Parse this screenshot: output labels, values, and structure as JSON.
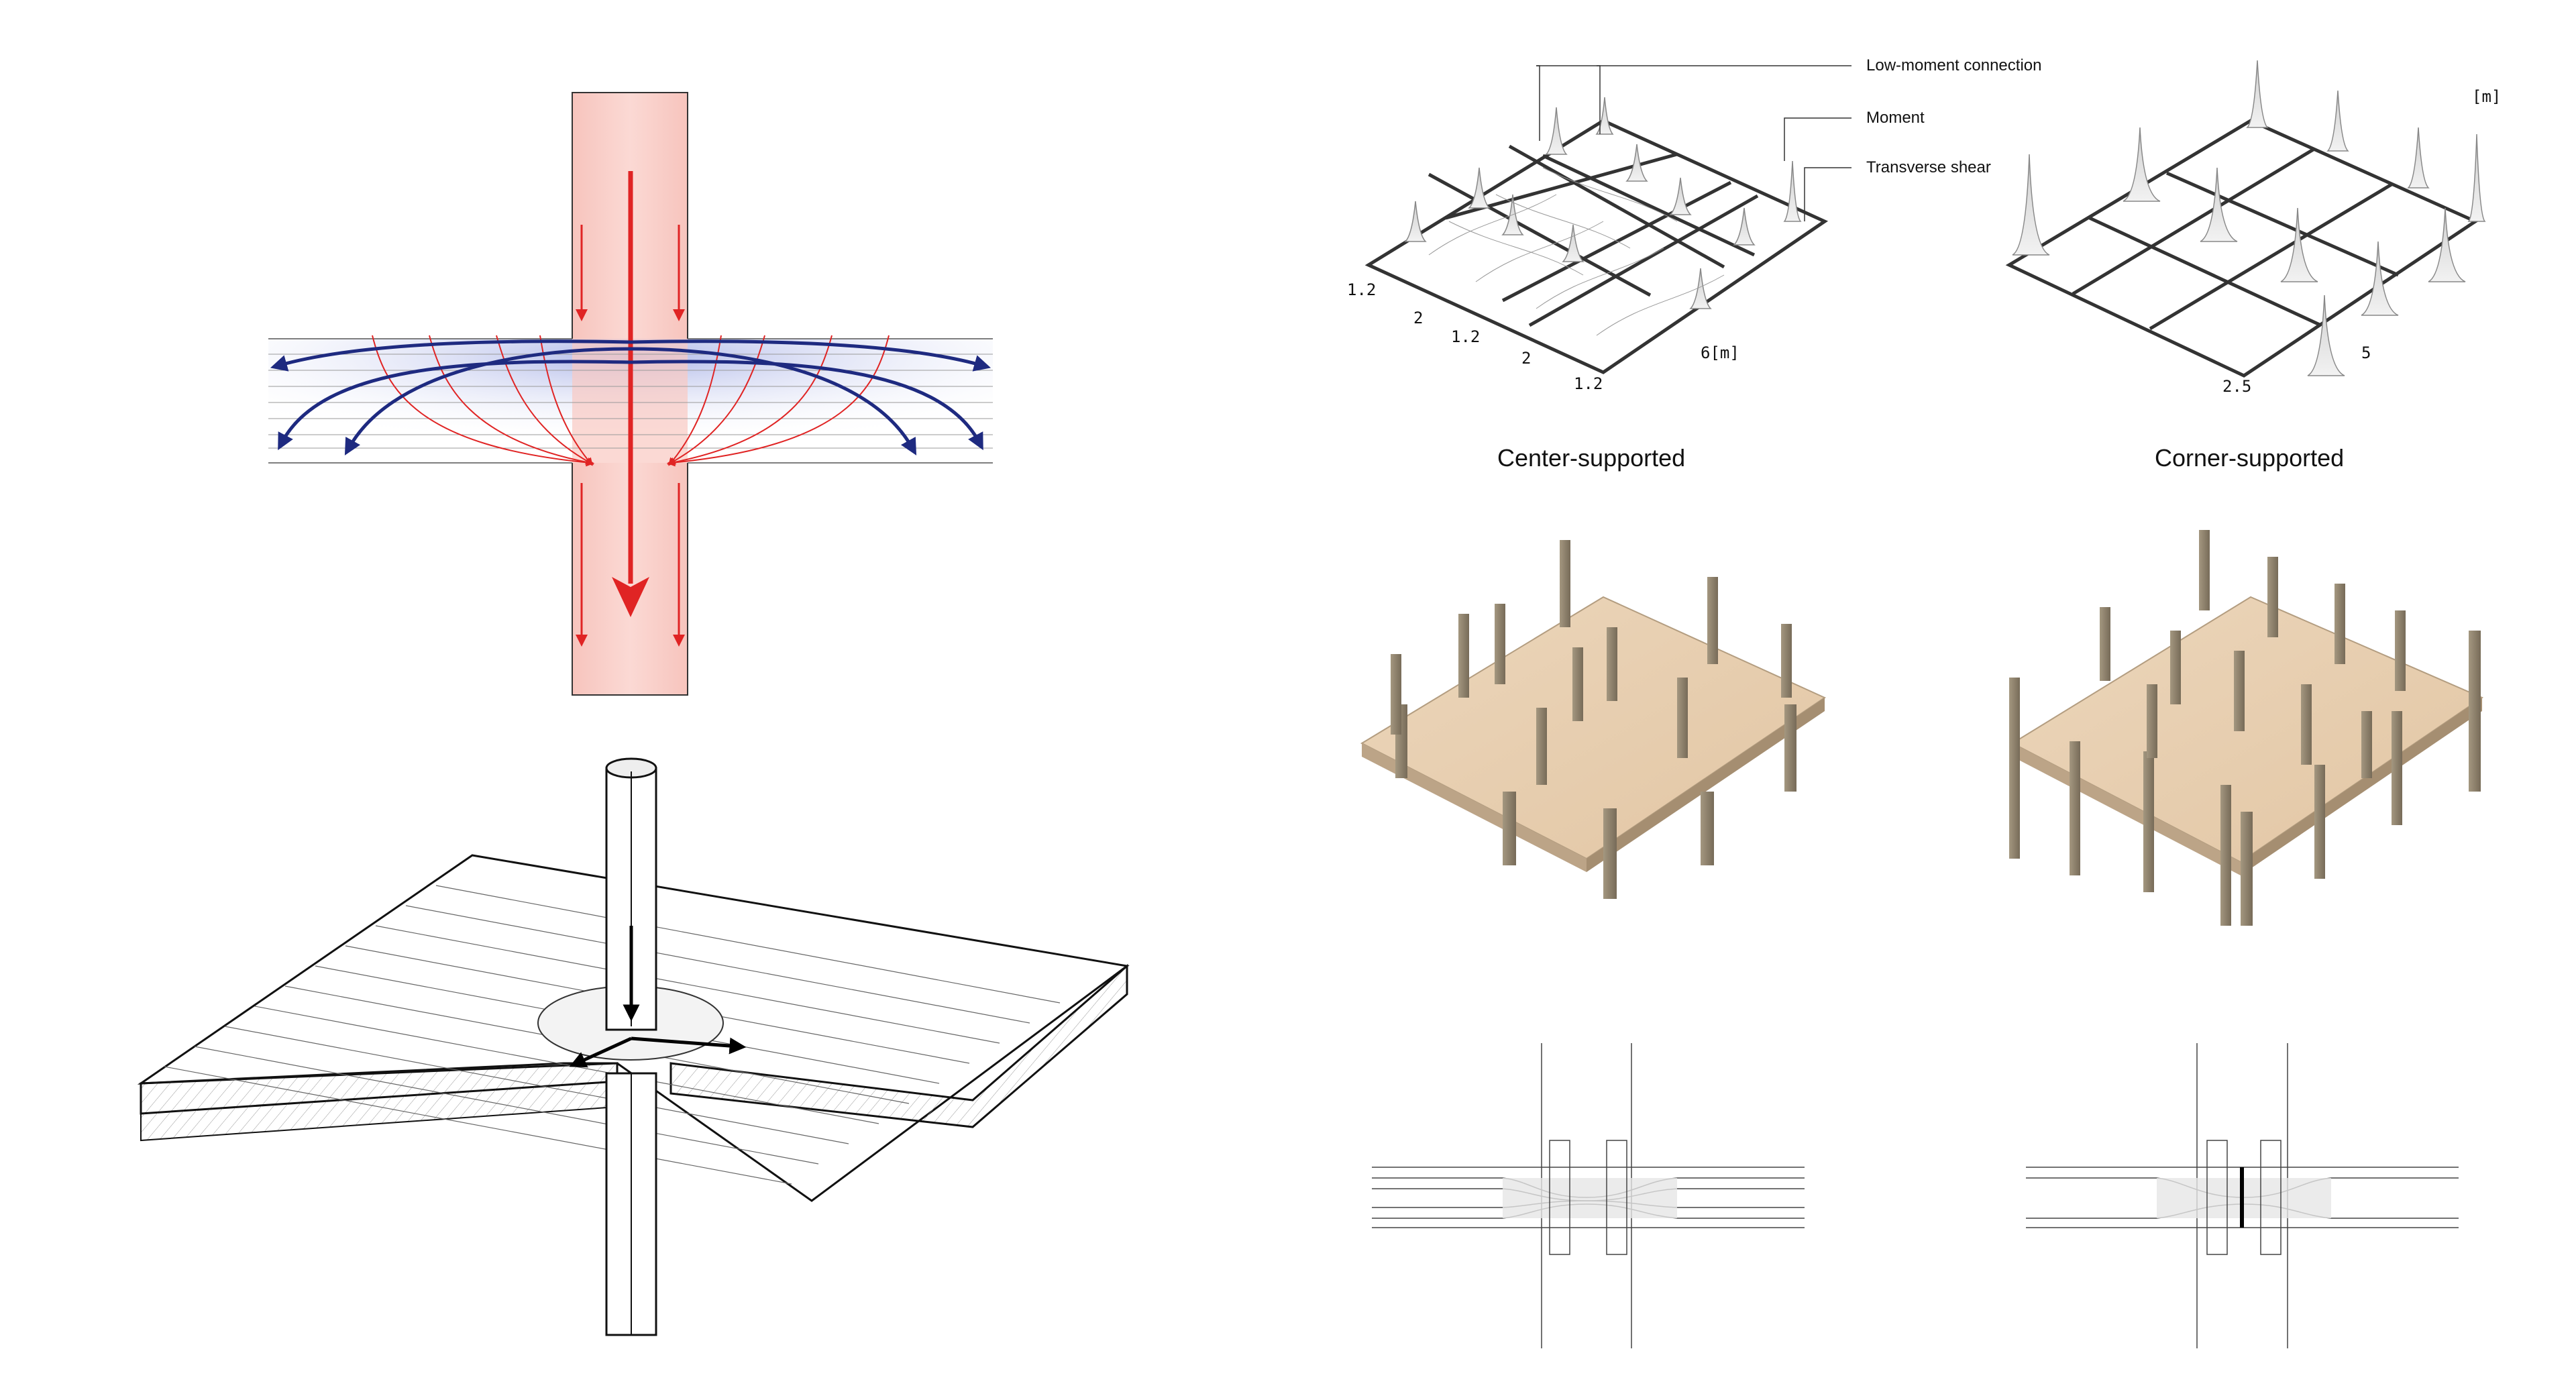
{
  "callouts": {
    "low_moment": "Low-moment connection",
    "moment": "Moment",
    "shear": "Transverse shear"
  },
  "unit": "[m]",
  "center": {
    "caption": "Center-supported",
    "dims": [
      "1.2",
      "2",
      "1.2",
      "2",
      "1.2",
      "6[m]"
    ]
  },
  "corner": {
    "caption": "Corner-supported",
    "dims": [
      "2.5",
      "5"
    ]
  },
  "colors": {
    "column_fill": "#f7c9c3",
    "load_arrow": "#e02424",
    "moment_arrow": "#1e2a80",
    "slab_wood": "#e8d2b6",
    "column_wood": "#8a7d68"
  }
}
